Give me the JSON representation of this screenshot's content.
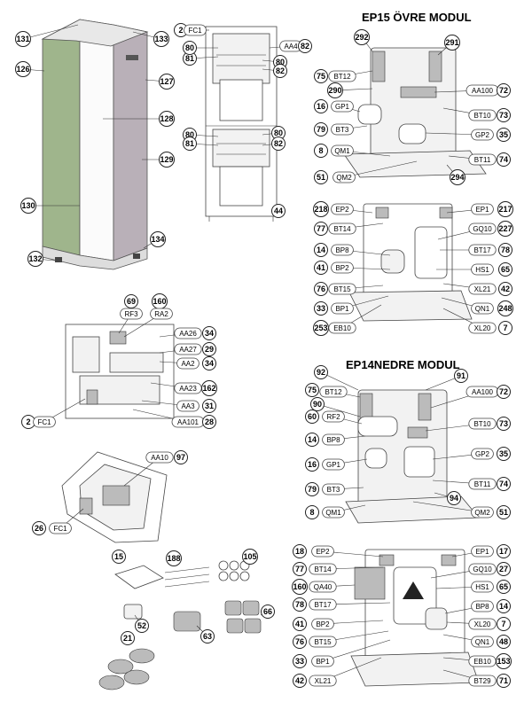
{
  "headings": {
    "top_module": "EP15 ÖVRE MODUL",
    "bottom_module": "EP14NEDRE MODUL"
  },
  "callouts": {
    "cab_131": "131",
    "cab_133": "133",
    "cab_126": "126",
    "cab_127": "127",
    "cab_128": "128",
    "cab_129": "129",
    "cab_130": "130",
    "cab_134": "134",
    "cab_132": "132",
    "fr_2": "2",
    "fr_fc1": "FC1",
    "fr_81a": "81",
    "fr_80a": "80",
    "fr_aa4": "AA4",
    "fr_82a": "82",
    "fr_80b": "80",
    "fr_82b": "82",
    "fr_80c": "80",
    "fr_81b": "81",
    "fr_80d": "80",
    "fr_82c": "82",
    "fr_44": "44",
    "t_292": "292",
    "t_291": "291",
    "t_75": "75",
    "t_bt12": "BT12",
    "t_290": "290",
    "t_aa100": "AA100",
    "t_72": "72",
    "t_16": "16",
    "t_gp1": "GP1",
    "t_bt10": "BT10",
    "t_73": "73",
    "t_79": "79",
    "t_bt3": "BT3",
    "t_gp2": "GP2",
    "t_35": "35",
    "t_8": "8",
    "t_qm1": "QM1",
    "t_bt11": "BT11",
    "t_74": "74",
    "t_51": "51",
    "t_qm2": "QM2",
    "t_294": "294",
    "t_218": "218",
    "t_ep2": "EP2",
    "t_ep1": "EP1",
    "t_217": "217",
    "t_77": "77",
    "t_bt14": "BT14",
    "t_gq10": "GQ10",
    "t_227": "227",
    "t_14": "14",
    "t_bp8": "BP8",
    "t_bt17": "BT17",
    "t_78": "78",
    "t_41": "41",
    "t_bp2": "BP2",
    "t_hs1": "HS1",
    "t_65": "65",
    "t_76": "76",
    "t_bt15": "BT15",
    "t_xl21": "XL21",
    "t_42": "42",
    "t_33": "33",
    "t_bp1": "BP1",
    "t_qn1": "QN1",
    "t_248": "248",
    "t_253": "253",
    "t_eb10": "EB10",
    "t_xl20": "XL20",
    "t_7": "7",
    "e_69": "69",
    "e_160": "160",
    "e_rf3": "RF3",
    "e_ra2": "RA2",
    "e_aa26": "AA26",
    "e_34a": "34",
    "e_aa27": "AA27",
    "e_29": "29",
    "e_aa2": "AA2",
    "e_34b": "34",
    "e_aa23": "AA23",
    "e_162": "162",
    "e_aa3": "AA3",
    "e_31": "31",
    "e_2": "2",
    "e_fc1": "FC1",
    "e_aa101": "AA101",
    "e_28": "28",
    "b_aa10": "AA10",
    "b_97": "97",
    "b_26": "26",
    "b_fc1": "FC1",
    "a_15": "15",
    "a_188": "188",
    "a_105": "105",
    "a_66": "66",
    "a_52": "52",
    "a_63": "63",
    "a_21": "21",
    "m_92": "92",
    "m_91": "91",
    "m_75": "75",
    "m_bt12": "BT12",
    "m_aa100": "AA100",
    "m_72": "72",
    "m_90": "90",
    "m_60": "60",
    "m_rf2": "RF2",
    "m_bt10": "BT10",
    "m_73": "73",
    "m_14": "14",
    "m_bp8": "BP8",
    "m_16": "16",
    "m_gp1": "GP1",
    "m_gp2": "GP2",
    "m_35": "35",
    "m_79": "79",
    "m_bt3": "BT3",
    "m_bt11": "BT11",
    "m_74": "74",
    "m_94": "94",
    "m_8": "8",
    "m_qm1": "QM1",
    "m_qm2": "QM2",
    "m_51": "51",
    "m_18": "18",
    "m_ep2": "EP2",
    "m_ep1": "EP1",
    "m_17": "17",
    "m_77": "77",
    "m_bt14": "BT14",
    "m_gq10": "GQ10",
    "m_27": "27",
    "m_160": "160",
    "m_qa40": "QA40",
    "m_hs1": "HS1",
    "m_65": "65",
    "m_78": "78",
    "m_bt17": "BT17",
    "m_bp8b": "BP8",
    "m_14b": "14",
    "m_41": "41",
    "m_bp2": "BP2",
    "m_xl20": "XL20",
    "m_7": "7",
    "m_76": "76",
    "m_bt15": "BT15",
    "m_qn1": "QN1",
    "m_48": "48",
    "m_33": "33",
    "m_bp1": "BP1",
    "m_eb10": "EB10",
    "m_153": "153",
    "m_42": "42",
    "m_xl21": "XL21",
    "m_bt29": "BT29",
    "m_71": "71"
  }
}
